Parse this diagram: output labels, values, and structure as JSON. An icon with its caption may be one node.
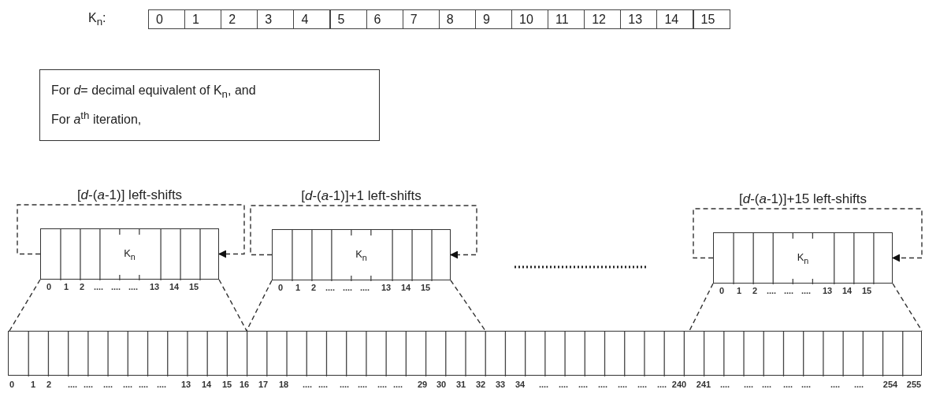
{
  "diagram": {
    "nodes": [
      {
        "text": [
          "For *d*= decimal equivalent of K$_{n}$, and",
          "For *a*$^{th}$ iteration,"
        ]
      },
      {
        "text": [
          "K$_{n}$"
        ],
        "beside": [
          "[*d*-(*a*-1)] left-shifts"
        ]
      },
      {
        "text": [
          "K$_{n}$"
        ],
        "beside": [
          "[*d*-(*a*-1)]+1 left-shifts"
        ]
      },
      {
        "text": [
          "K$_{n}$"
        ],
        "beside": [
          "[*d*-(*a*-1)]+15 left-shifts"
        ]
      },
      {
        "text": [],
        "shape": "box"
      }
    ],
    "edges": [
      {
        "from": 1,
        "to": 1,
        "arrow": "to",
        "style": "dashed"
      },
      {
        "from": 1,
        "to": 4,
        "arrow": "none",
        "style": "dashed"
      },
      {
        "from": 1,
        "to": 4,
        "arrow": "none",
        "style": "dashed"
      },
      {
        "from": 2,
        "to": 2,
        "arrow": "to",
        "style": "dashed"
      },
      {
        "from": 2,
        "to": 4,
        "arrow": "none",
        "style": "dashed"
      },
      {
        "from": 2,
        "to": 4,
        "arrow": "none",
        "style": "dashed"
      },
      {
        "from": 3,
        "to": 3,
        "arrow": "to",
        "style": "dashed"
      },
      {
        "from": 3,
        "to": 4,
        "arrow": "none",
        "style": "dashed"
      },
      {
        "from": 3,
        "to": 4,
        "arrow": "none",
        "style": "dashed"
      }
    ],
    "labels": [
      "K$_{n}$:",
      "0",
      "1",
      "2",
      "3",
      "4",
      "5",
      "6",
      "7",
      "8",
      "9",
      "10",
      "11",
      "12",
      "13",
      "14",
      "15",
      "0",
      "1",
      "2",
      "....",
      "....",
      "....",
      "13",
      "14",
      "15",
      "0",
      "1",
      "2",
      "....",
      "....",
      "....",
      "13",
      "14",
      "15",
      "0",
      "1",
      "2",
      "....",
      "....",
      "....",
      "13",
      "14",
      "15",
      "0",
      "1",
      "2",
      "....",
      "....",
      "....",
      "....",
      "....",
      "....",
      "13",
      "14",
      "15",
      "16",
      "17",
      "18",
      "....",
      "....",
      "....",
      "....",
      "....",
      "....",
      "29",
      "30",
      "31",
      "32",
      "33",
      "34",
      "....",
      "....",
      "....",
      "....",
      "....",
      "....",
      "....",
      "240",
      "241",
      "....",
      "....",
      "....",
      "....",
      "....",
      "....",
      "....",
      "254",
      "255"
    ]
  }
}
